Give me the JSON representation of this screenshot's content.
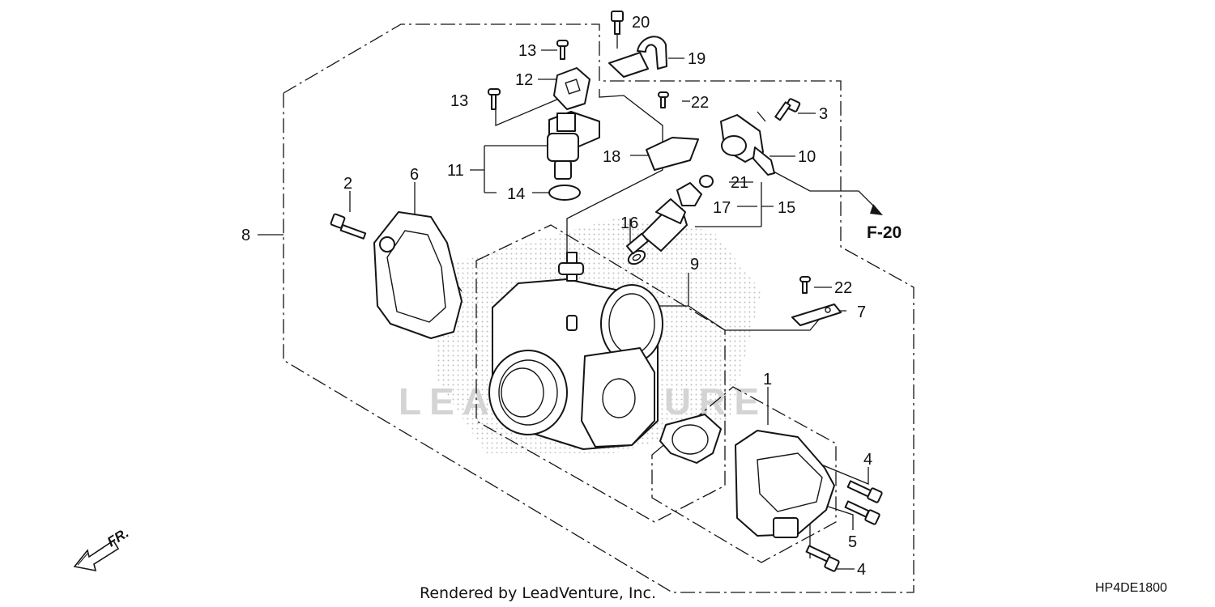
{
  "diagram": {
    "callouts": [
      "1",
      "2",
      "3",
      "4",
      "4",
      "5",
      "6",
      "7",
      "8",
      "9",
      "10",
      "11",
      "12",
      "13",
      "13",
      "14",
      "15",
      "16",
      "17",
      "18",
      "19",
      "20",
      "21",
      "22",
      "22"
    ],
    "reference_label": "F-20",
    "direction_label": "FR.",
    "watermark": "LEADVENTURE",
    "footer_credit": "Rendered by LeadVenture, Inc.",
    "diagram_code": "HP4DE1800"
  },
  "colors": {
    "line": "#151515",
    "background": "#ffffff",
    "watermark": "#d4d4d4"
  }
}
